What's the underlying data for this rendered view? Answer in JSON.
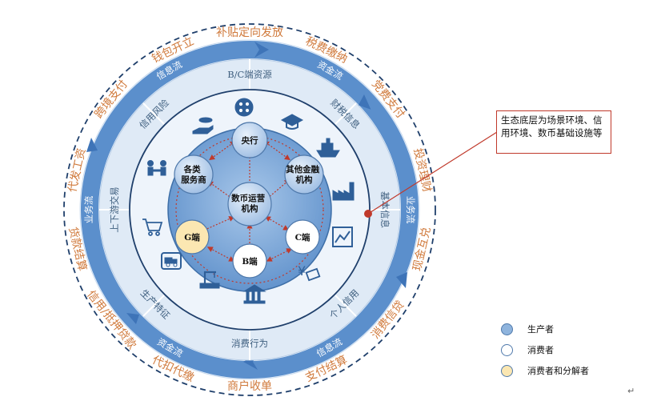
{
  "outer_labels": [
    "补贴定向发放",
    "税费缴纳",
    "党费支付",
    "投资理财",
    "现金互兑",
    "消费信贷",
    "支付结算",
    "商户收单",
    "代扣代缴",
    "信用/抵押贷款",
    "货款结算",
    "代发工资",
    "跨境支付",
    "钱包开立"
  ],
  "flow_labels": [
    "信息流",
    "资金流",
    "业务流",
    "信息流",
    "资金流",
    "业务流"
  ],
  "scene_labels": [
    "B/C端资源",
    "财税信息",
    "基本信息",
    "个人信用",
    "消费行为",
    "生产特征",
    "上下游交易",
    "信用风险"
  ],
  "nodes": {
    "center": "数币运营机构",
    "top": "央行",
    "left": "各类服务商",
    "right": "其他金融机构",
    "g": "G端",
    "b": "B端",
    "c": "C端"
  },
  "icons": [
    "film-reel-icon",
    "graduation-cap-icon",
    "ship-icon",
    "factory-icon",
    "line-chart-icon",
    "yen-card-icon",
    "bank-icon",
    "crane-icon",
    "delivery-truck-icon",
    "shopping-cart-icon",
    "meeting-icon",
    "hand-coin-icon"
  ],
  "callout": "生态底层为场景环境、信用环境、数币基础设施等",
  "legend": [
    {
      "label": "生产者",
      "color": "#8fb4dd"
    },
    {
      "label": "消费者",
      "color": "#ffffff"
    },
    {
      "label": "消费者和分解者",
      "color": "#fbe7b2"
    }
  ],
  "colors": {
    "ring_dark": "#5b8fcc",
    "ring_light": "#dde9f5",
    "inner_blue": "#7aa6d8",
    "accent": "#c0392b"
  },
  "page_mark": "↵"
}
